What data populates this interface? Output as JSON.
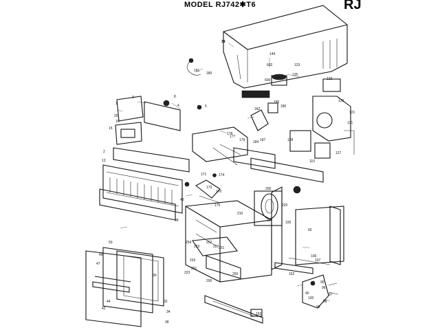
{
  "header": {
    "model_label": "MODEL",
    "model_number": "RJ742✱T6",
    "series_code": "RJ"
  },
  "callouts": [
    "29",
    "144",
    "602",
    "123",
    "181",
    "180",
    "600",
    "135",
    "132",
    "3",
    "1",
    "4",
    "5",
    "8",
    "182",
    "185",
    "180",
    "120",
    "15",
    "121",
    "2",
    "131",
    "178",
    "177",
    "179",
    "187",
    "184",
    "128",
    "110",
    "127",
    "13",
    "171",
    "170",
    "175",
    "174",
    "173",
    "206",
    "220",
    "207",
    "105",
    "254",
    "253",
    "222",
    "233",
    "252",
    "251",
    "200",
    "201",
    "223",
    "250",
    "210",
    "106",
    "107",
    "152",
    "60",
    "50",
    "49",
    "47",
    "42",
    "44",
    "30",
    "32",
    "34",
    "38",
    "153",
    "95",
    "96",
    "97",
    "98",
    "99",
    "100",
    "40",
    "43",
    "28",
    "25",
    "16",
    "14"
  ]
}
